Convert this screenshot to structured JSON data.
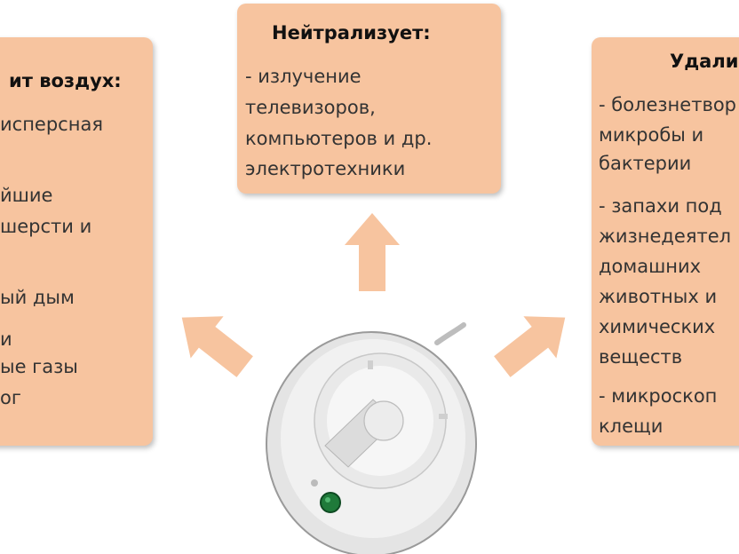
{
  "left_box": {
    "title": "ит воздух:",
    "lines": [
      "исперсная",
      "йшие",
      "шерсти и",
      "ый дым",
      "и",
      "ые газы",
      "ог"
    ]
  },
  "center_box": {
    "title": "Нейтрализует:",
    "lines": [
      "- излучение",
      "телевизоров,",
      "компьютеров и др.",
      "электротехники"
    ]
  },
  "right_box": {
    "title": "Удали",
    "lines": [
      "- болезнетвор",
      "микробы и",
      "бактерии",
      "- запахи под",
      "жизнедеятел",
      "домашних",
      "животных и",
      "химических",
      "веществ",
      "- микроскоп",
      "клещи"
    ]
  },
  "colors": {
    "box_fill": "#f7c49f",
    "arrow_fill": "#f7c49f",
    "device_body": "#e6e6e6",
    "led": "#1f7a3a"
  },
  "icons": {
    "device": "air-purifier-device-icon",
    "arrow": "arrow-icon"
  }
}
